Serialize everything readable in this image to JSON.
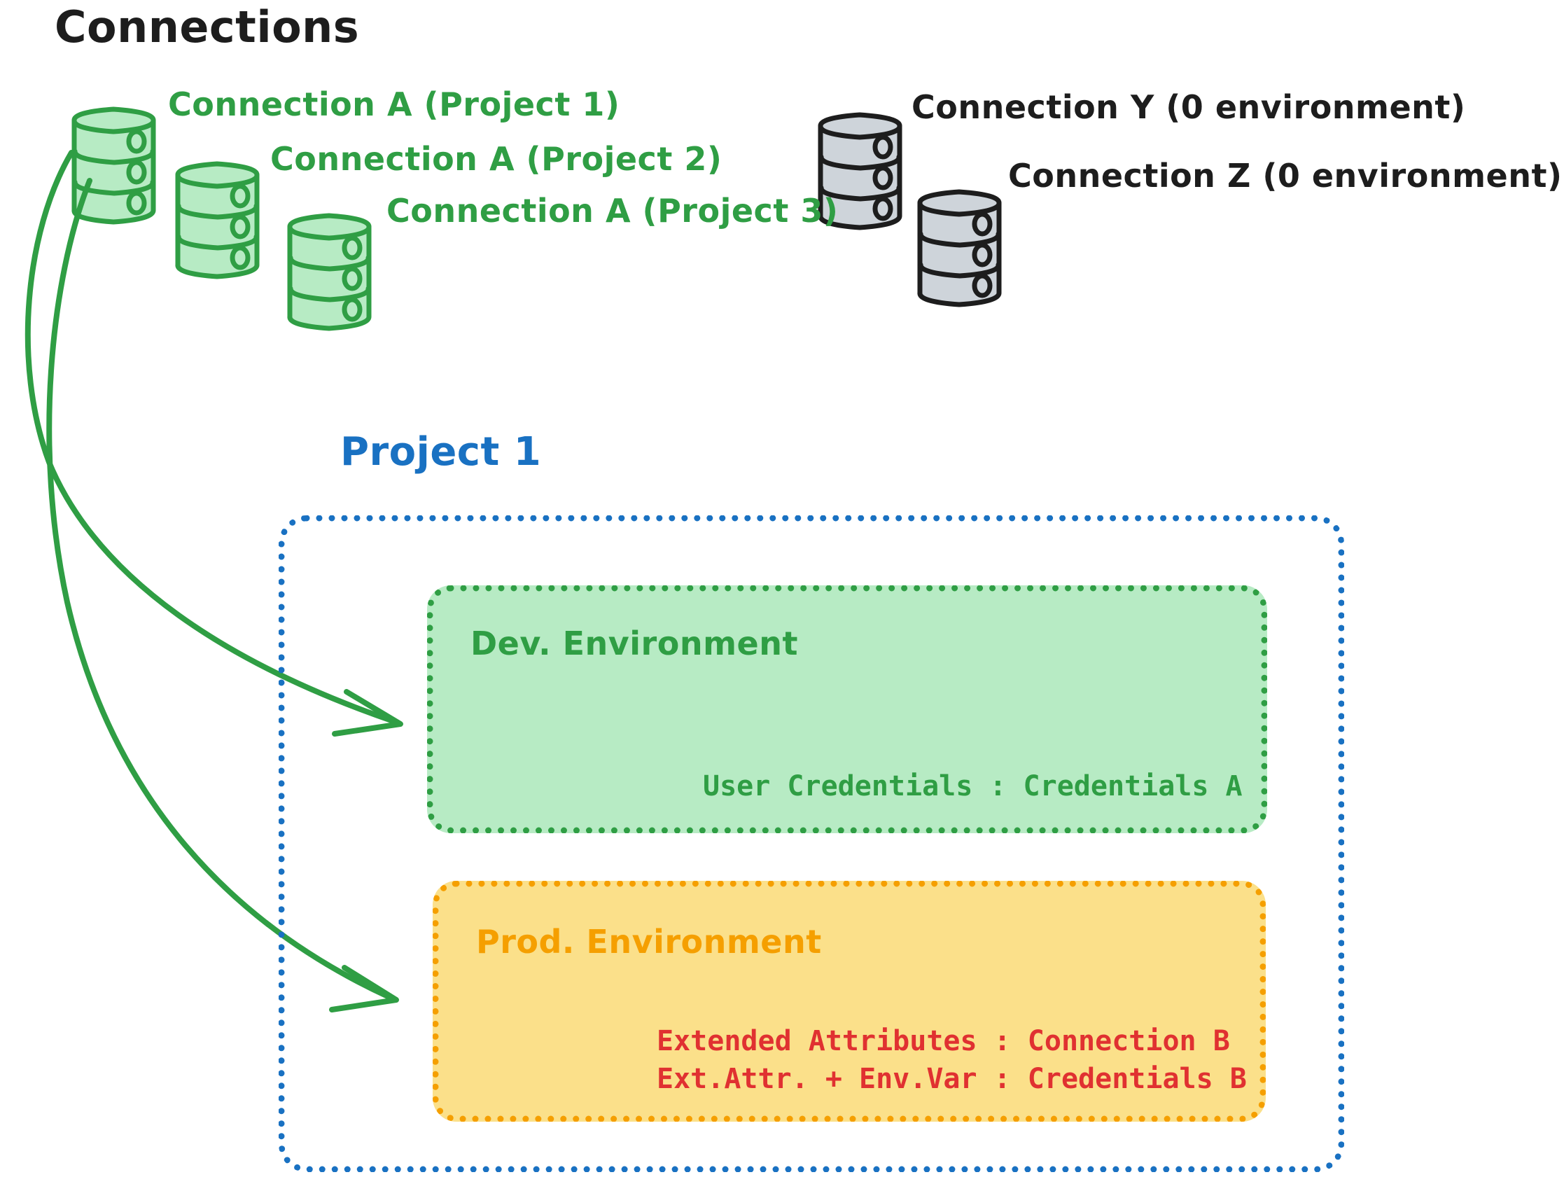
{
  "title": "Connections",
  "colors": {
    "green_stroke": "#2f9e44",
    "green_fill": "#b7ebc4",
    "orange_stroke": "#f59f00",
    "orange_fill": "#fbe08a",
    "blue_stroke": "#1971c2",
    "red_text": "#e03131",
    "gray_fill": "#ced4da",
    "black_stroke": "#1d1d1d"
  },
  "connections": [
    {
      "id": "a1",
      "label": "Connection A (Project 1)",
      "color": "green",
      "icon": "database-cylinder-icon"
    },
    {
      "id": "a2",
      "label": "Connection A (Project 2)",
      "color": "green",
      "icon": "database-cylinder-icon"
    },
    {
      "id": "a3",
      "label": "Connection A (Project 3)",
      "color": "green",
      "icon": "database-cylinder-icon"
    },
    {
      "id": "y",
      "label": "Connection Y (0 environment)",
      "color": "gray",
      "icon": "database-cylinder-icon"
    },
    {
      "id": "z",
      "label": "Connection Z (0 environment)",
      "color": "gray",
      "icon": "database-cylinder-icon"
    }
  ],
  "project": {
    "title": "Project 1",
    "environments": [
      {
        "id": "dev",
        "title": "Dev. Environment",
        "lines": [
          "User Credentials : Credentials A"
        ]
      },
      {
        "id": "prod",
        "title": "Prod. Environment",
        "lines": [
          "Extended Attributes : Connection B",
          "Ext.Attr. + Env.Var : Credentials B"
        ]
      }
    ]
  },
  "arrows": [
    {
      "from": "connection-a1",
      "to": "dev-environment"
    },
    {
      "from": "connection-a1",
      "to": "prod-environment"
    }
  ]
}
